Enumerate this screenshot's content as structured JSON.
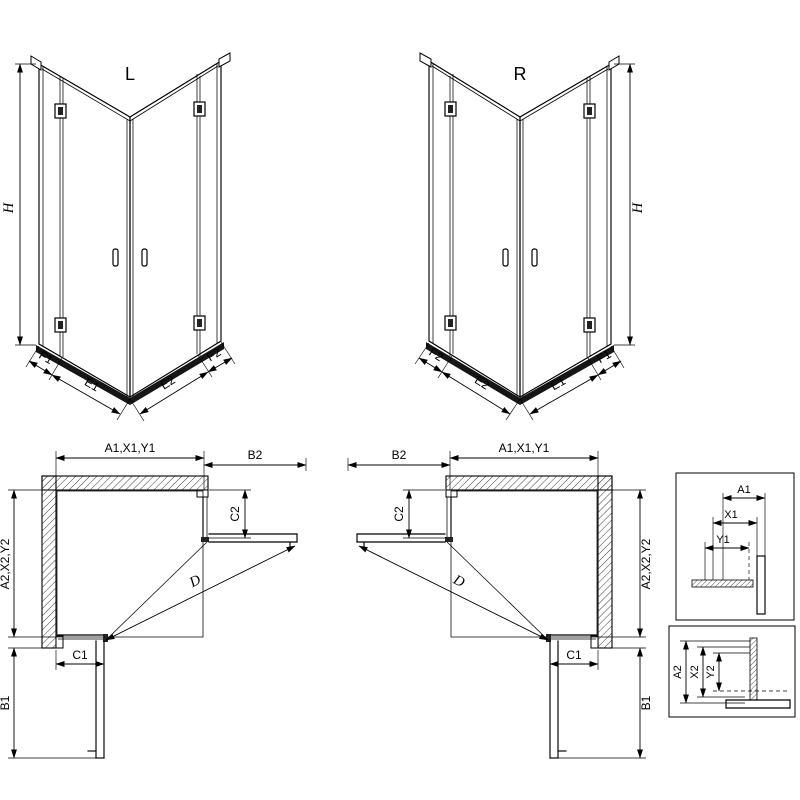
{
  "page": {
    "background": "#ffffff",
    "line_color": "#000000"
  },
  "perspective_left": {
    "label": "L",
    "height_dim": "H",
    "dims": {
      "f1": "F1",
      "e1": "E1",
      "e2": "E2",
      "f2": "F2"
    }
  },
  "perspective_right": {
    "label": "R",
    "height_dim": "H",
    "dims": {
      "f1": "F1",
      "e1": "E1",
      "e2": "E2",
      "f2": "F2"
    }
  },
  "plan_left": {
    "width_dim": "A1,X1,Y1",
    "door_width_dim": "B2",
    "fixed_side_dim": "C2",
    "depth_dim": "A2,X2,Y2",
    "fixed_bottom_dim": "C1",
    "door_depth_dim": "B1",
    "entry_dim": "D"
  },
  "plan_right": {
    "width_dim": "A1,X1,Y1",
    "door_width_dim": "B2",
    "fixed_side_dim": "C2",
    "depth_dim": "A2,X2,Y2",
    "fixed_bottom_dim": "C1",
    "door_depth_dim": "B1",
    "entry_dim": "D"
  },
  "detail_top": {
    "dim_a": "A1",
    "dim_x": "X1",
    "dim_y": "Y1"
  },
  "detail_bottom": {
    "dim_a": "A2",
    "dim_x": "X2",
    "dim_y": "Y2"
  }
}
